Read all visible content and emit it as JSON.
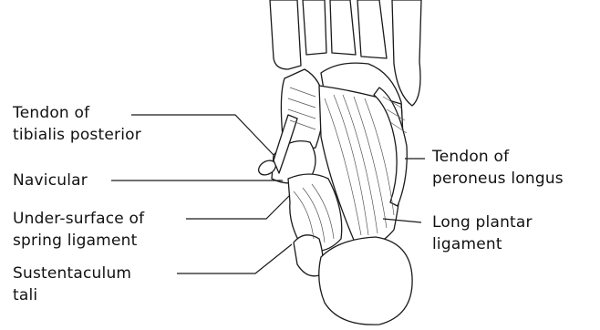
{
  "diagram": {
    "labels": {
      "tendon_tibialis_posterior": [
        "Tendon of",
        "tibialis posterior"
      ],
      "navicular": [
        "Navicular"
      ],
      "under_surface_spring_ligament": [
        "Under-surface of",
        "spring ligament"
      ],
      "sustentaculum_tali": [
        "Sustentaculum",
        "tali"
      ],
      "tendon_peroneus_longus": [
        "Tendon of",
        "peroneus longus"
      ],
      "long_plantar_ligament": [
        "Long plantar",
        "ligament"
      ]
    },
    "colors": {
      "line": "#1a1a1a",
      "fill": "#ffffff",
      "hatch": "#555555"
    }
  }
}
